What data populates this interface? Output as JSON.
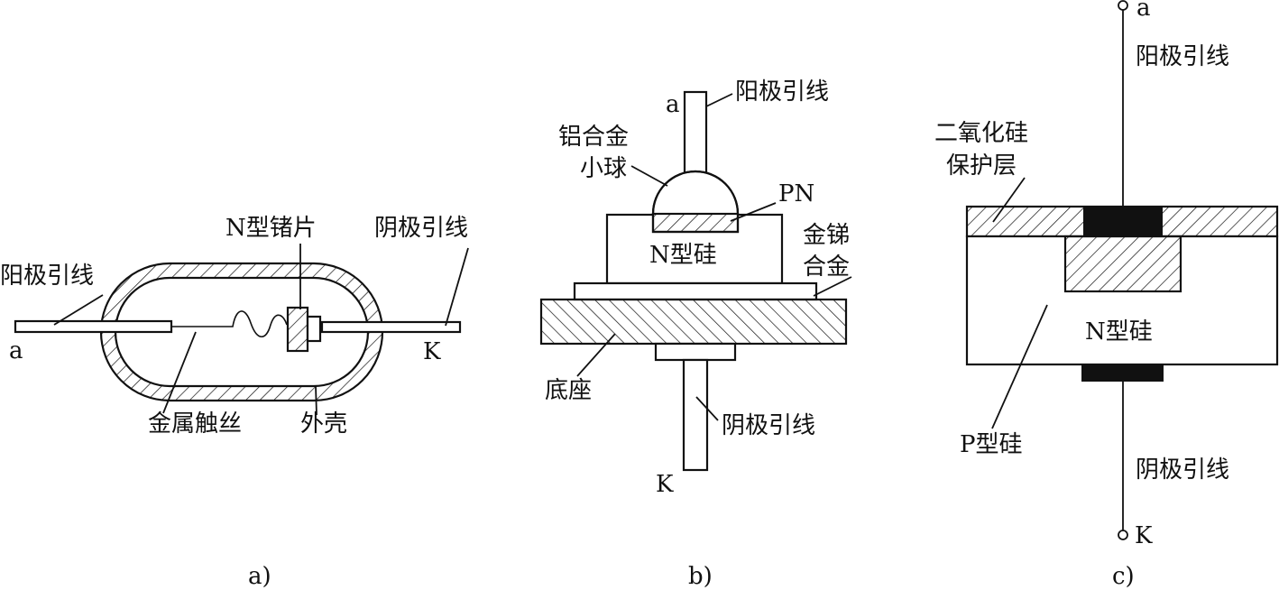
{
  "a": {
    "anode_lead": "阳极引线",
    "anode_terminal": "a",
    "n_ge": "N型锗片",
    "cathode_lead": "阴极引线",
    "cathode_terminal": "K",
    "metal_wire": "金属触丝",
    "shell": "外壳",
    "caption": "a)"
  },
  "b": {
    "anode_terminal": "a",
    "anode_lead": "阳极引线",
    "al_ball_1": "铝合金",
    "al_ball_2": "小球",
    "pn": "PN",
    "au_sb_1": "金锑",
    "au_sb_2": "合金",
    "n_si": "N型硅",
    "base": "底座",
    "cathode_lead": "阴极引线",
    "cathode_terminal": "K",
    "caption": "b)"
  },
  "c": {
    "anode_terminal": "a",
    "anode_lead": "阳极引线",
    "sio2_1": "二氧化硅",
    "sio2_2": "保护层",
    "n_si": "N型硅",
    "p_si": "P型硅",
    "cathode_lead": "阴极引线",
    "cathode_terminal": "K",
    "caption": "c)"
  },
  "colors": {
    "ink": "#111111",
    "fill": "#ffffff"
  }
}
